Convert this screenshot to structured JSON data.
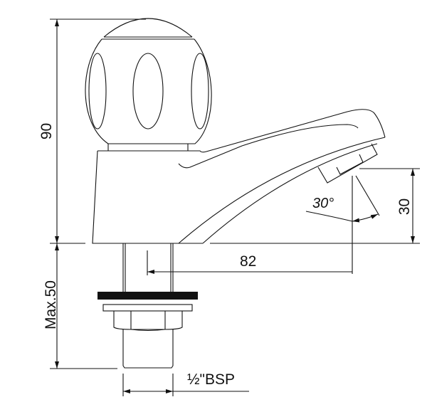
{
  "dimensions": {
    "height": "90",
    "spout_height": "30",
    "spout_angle": "30°",
    "spout_reach": "82",
    "max_thread_length": "Max.50",
    "thread_fraction": "½",
    "thread": "\"BSP"
  },
  "colors": {
    "line": "#111111",
    "background": "#ffffff"
  }
}
